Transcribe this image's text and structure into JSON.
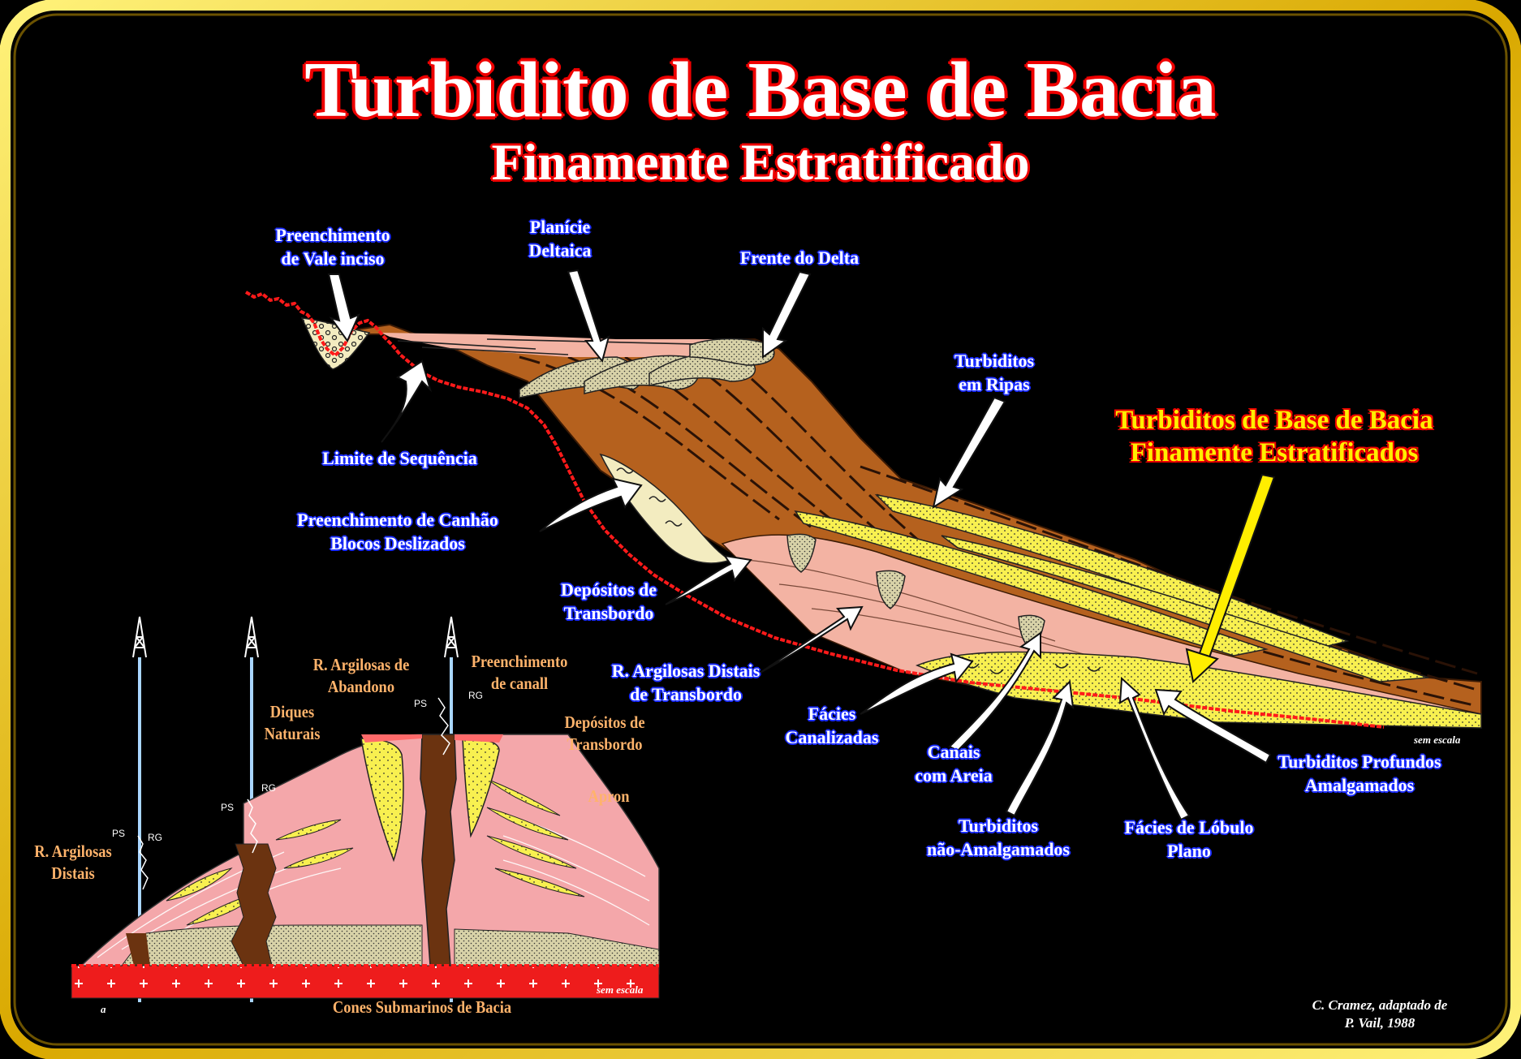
{
  "title": "Turbidito de Base de Bacia",
  "subtitle": "Finamente Estratificado",
  "labels": {
    "vale_inciso": [
      "Preenchimento",
      "de Vale inciso"
    ],
    "planicie": [
      "Planície",
      "Deltaica"
    ],
    "frente_delta": [
      "Frente do Delta"
    ],
    "limite_sequencia": [
      "Limite de Sequência"
    ],
    "turbiditos_ripas": [
      "Turbiditos",
      "em Ripas"
    ],
    "canhao": [
      "Preenchimento de Canhão",
      "Blocos Deslizados"
    ],
    "transbordo": [
      "Depósitos de",
      "Transbordo"
    ],
    "argilosas_distais_transbordo": [
      "R. Argilosas Distais",
      "de Transbordo"
    ],
    "facies_canalizadas": [
      "Fácies",
      "Canalizadas"
    ],
    "canais_areia": [
      "Canais",
      "com Areia"
    ],
    "nao_amalgamados": [
      "Turbiditos",
      "não-Amalgamados"
    ],
    "lobulo_plano": [
      "Fácies de Lóbulo",
      "Plano"
    ],
    "profundos_amalgamados": [
      "Turbiditos Profundos",
      "Amalgamados"
    ]
  },
  "highlight_label": [
    "Turbiditos de Base de Bacia",
    "Finamente Estratificados"
  ],
  "inset_labels": {
    "argilosas_abandono": [
      "R. Argilosas de",
      "Abandono"
    ],
    "preenchimento_canal": [
      "Preenchimento",
      "de canall"
    ],
    "diques": [
      "Diques",
      "Naturais"
    ],
    "transbordo": [
      "Depósitos de",
      "Transbordo"
    ],
    "apron": [
      "Apron"
    ],
    "argilosas_distais": [
      "R. Argilosas",
      "Distais"
    ],
    "cones": [
      "Cones Submarinos de Bacia"
    ],
    "well_marks": [
      "PS",
      "RG"
    ],
    "panel_letter": "a"
  },
  "scale_note": "sem escala",
  "credit": [
    "C. Cramez, adaptado de",
    "P. Vail, 1988"
  ],
  "colors": {
    "frame": "#e8c400",
    "background": "#000000",
    "title_outline": "#e00000",
    "label_outline": "#1a2cff",
    "deltaic_brown": "#b5611e",
    "shale_pink": "#f3b3a3",
    "sand_yellow": "#f8f050",
    "inset_pink": "#f4a7aa",
    "inset_brown": "#6b3310",
    "unconformity_red": "#ff1a1a"
  }
}
